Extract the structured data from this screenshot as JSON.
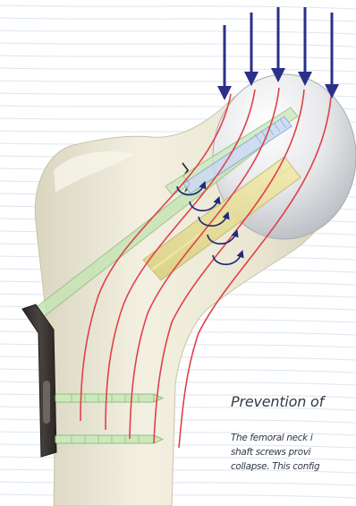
{
  "caption": {
    "heading": "Prevention of",
    "body_lines": [
      "The femoral neck i",
      "shaft screws provi",
      "collapse. This config"
    ]
  },
  "colors": {
    "load_arrow": "#2b2f8a",
    "force_line": "#e0414a",
    "rotation_arrow": "#1f2a7a",
    "plate": "#3b3634",
    "bone": "#ece8d6",
    "head_ball": "#e6e7e9",
    "background_stripe": "#dde6ef"
  },
  "icons": {
    "load": "down-arrow-icon",
    "rotation": "curved-rotation-arrow-icon"
  }
}
